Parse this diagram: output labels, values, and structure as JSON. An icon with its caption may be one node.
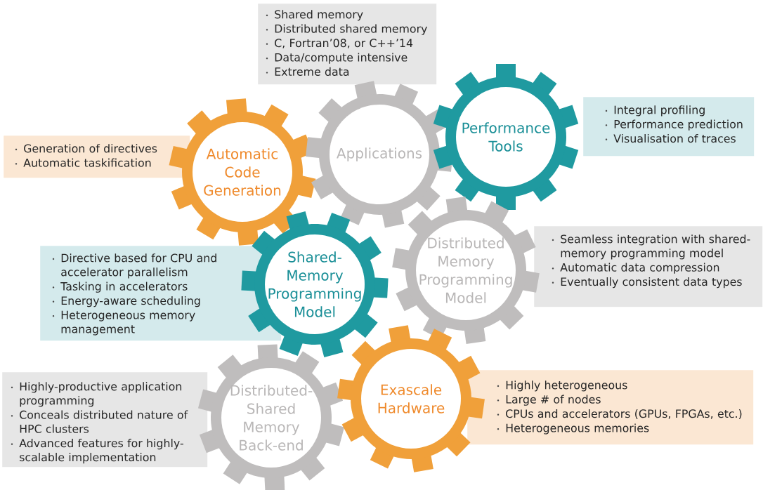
{
  "diagram": {
    "nodes": [
      {
        "text": [
          "Shared memory",
          "Distributed shared memory",
          "C, Fortran’08, or C++’14",
          "Data/compute intensive",
          "Extreme data"
        ]
      },
      {
        "text": [
          "Integral profiling",
          "Performance prediction",
          "Visualisation of traces"
        ]
      },
      {
        "text": [
          "Generation of directives",
          "Automatic taskification"
        ]
      },
      {
        "text": [
          "Seamless integration with shared-memory programming model",
          "Automatic data compression",
          "Eventually consistent data types"
        ]
      },
      {
        "text": [
          "Directive based for CPU and accelerator parallelism",
          "Tasking in accelerators",
          "Energy-aware scheduling",
          "Heterogeneous memory management"
        ]
      },
      {
        "text": [
          "Highly-productive application programming",
          "Conceals distributed nature of HPC clusters",
          "Advanced features for highly-scalable implementation"
        ]
      },
      {
        "text": [
          "Highly heterogeneous",
          "Large # of nodes",
          "CPUs and accelerators (GPUs, FPGAs, etc.)",
          "Heterogeneous memories"
        ]
      },
      {
        "text": [
          "Automatic Code Generation"
        ]
      },
      {
        "text": [
          "Applications"
        ]
      },
      {
        "text": [
          "Performance Tools"
        ]
      },
      {
        "text": [
          "Distributed Memory Programming Model"
        ]
      },
      {
        "text": [
          "Shared-Memory Programming Model"
        ]
      },
      {
        "text": [
          "Distributed-Shared Memory Back-end"
        ]
      },
      {
        "text": [
          "Exascale Hardware"
        ]
      }
    ]
  }
}
